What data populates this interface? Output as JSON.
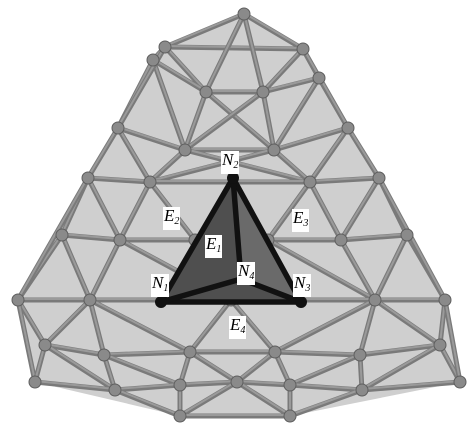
{
  "labels": {
    "N2": {
      "main": "N",
      "sub": "2"
    },
    "N1": {
      "main": "N",
      "sub": "1"
    },
    "N3": {
      "main": "N",
      "sub": "3"
    },
    "N4": {
      "main": "N",
      "sub": "4"
    },
    "E1": {
      "main": "E",
      "sub": "1"
    },
    "E2": {
      "main": "E",
      "sub": "2"
    },
    "E3": {
      "main": "E",
      "sub": "3"
    },
    "E4": {
      "main": "E",
      "sub": "4"
    }
  }
}
